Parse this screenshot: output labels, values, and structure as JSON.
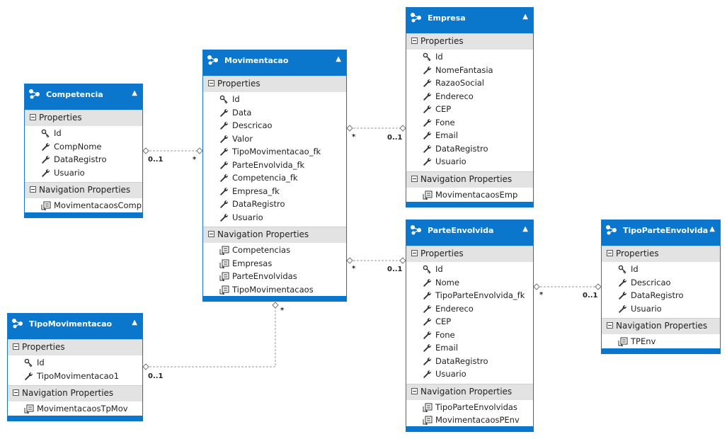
{
  "colors": {
    "header": "#0a76cc",
    "section": "#e3e3e3",
    "connector": "#999999"
  },
  "entities": {
    "movimentacao": {
      "title": "Movimentacao",
      "properties_label": "Properties",
      "properties": [
        "Id",
        "Data",
        "Descricao",
        "Valor",
        "TipoMovimentacao_fk",
        "ParteEnvolvida_fk",
        "Competencia_fk",
        "Empresa_fk",
        "DataRegistro",
        "Usuario"
      ],
      "nav_label": "Navigation Properties",
      "navigation": [
        "Competencias",
        "Empresas",
        "ParteEnvolvidas",
        "TipoMovimentacaos"
      ]
    },
    "empresa": {
      "title": "Empresa",
      "properties_label": "Properties",
      "properties": [
        "Id",
        "NomeFantasia",
        "RazaoSocial",
        "Endereco",
        "CEP",
        "Fone",
        "Email",
        "DataRegistro",
        "Usuario"
      ],
      "nav_label": "Navigation Properties",
      "navigation": [
        "MovimentacaosEmp"
      ]
    },
    "competencia": {
      "title": "Competencia",
      "properties_label": "Properties",
      "properties": [
        "Id",
        "CompNome",
        "DataRegistro",
        "Usuario"
      ],
      "nav_label": "Navigation Properties",
      "navigation": [
        "MovimentacaosComp"
      ]
    },
    "tipomovimentacao": {
      "title": "TipoMovimentacao",
      "properties_label": "Properties",
      "properties": [
        "Id",
        "TipoMovimentacao1"
      ],
      "nav_label": "Navigation Properties",
      "navigation": [
        "MovimentacaosTpMov"
      ]
    },
    "parteenvolvida": {
      "title": "ParteEnvolvida",
      "properties_label": "Properties",
      "properties": [
        "Id",
        "Nome",
        "TipoParteEnvolvida_fk",
        "Endereco",
        "CEP",
        "Fone",
        "Email",
        "DataRegistro",
        "Usuario"
      ],
      "nav_label": "Navigation Properties",
      "navigation": [
        "TipoParteEnvolvidas",
        "MovimentacaosPEnv"
      ]
    },
    "tipoparteenvolvida": {
      "title": "TipoParteEnvolvida",
      "properties_label": "Properties",
      "properties": [
        "Id",
        "Descricao",
        "DataRegistro",
        "Usuario"
      ],
      "nav_label": "Navigation Properties",
      "navigation": [
        "TPEnv"
      ]
    }
  },
  "multiplicities": {
    "comp_one": "0..1",
    "comp_many": "*",
    "emp_many": "*",
    "emp_one": "0..1",
    "pe_many": "*",
    "pe_one": "0..1",
    "tm_many": "*",
    "tm_one": "0..1",
    "tpe_many": "*",
    "tpe_one": "0..1"
  }
}
